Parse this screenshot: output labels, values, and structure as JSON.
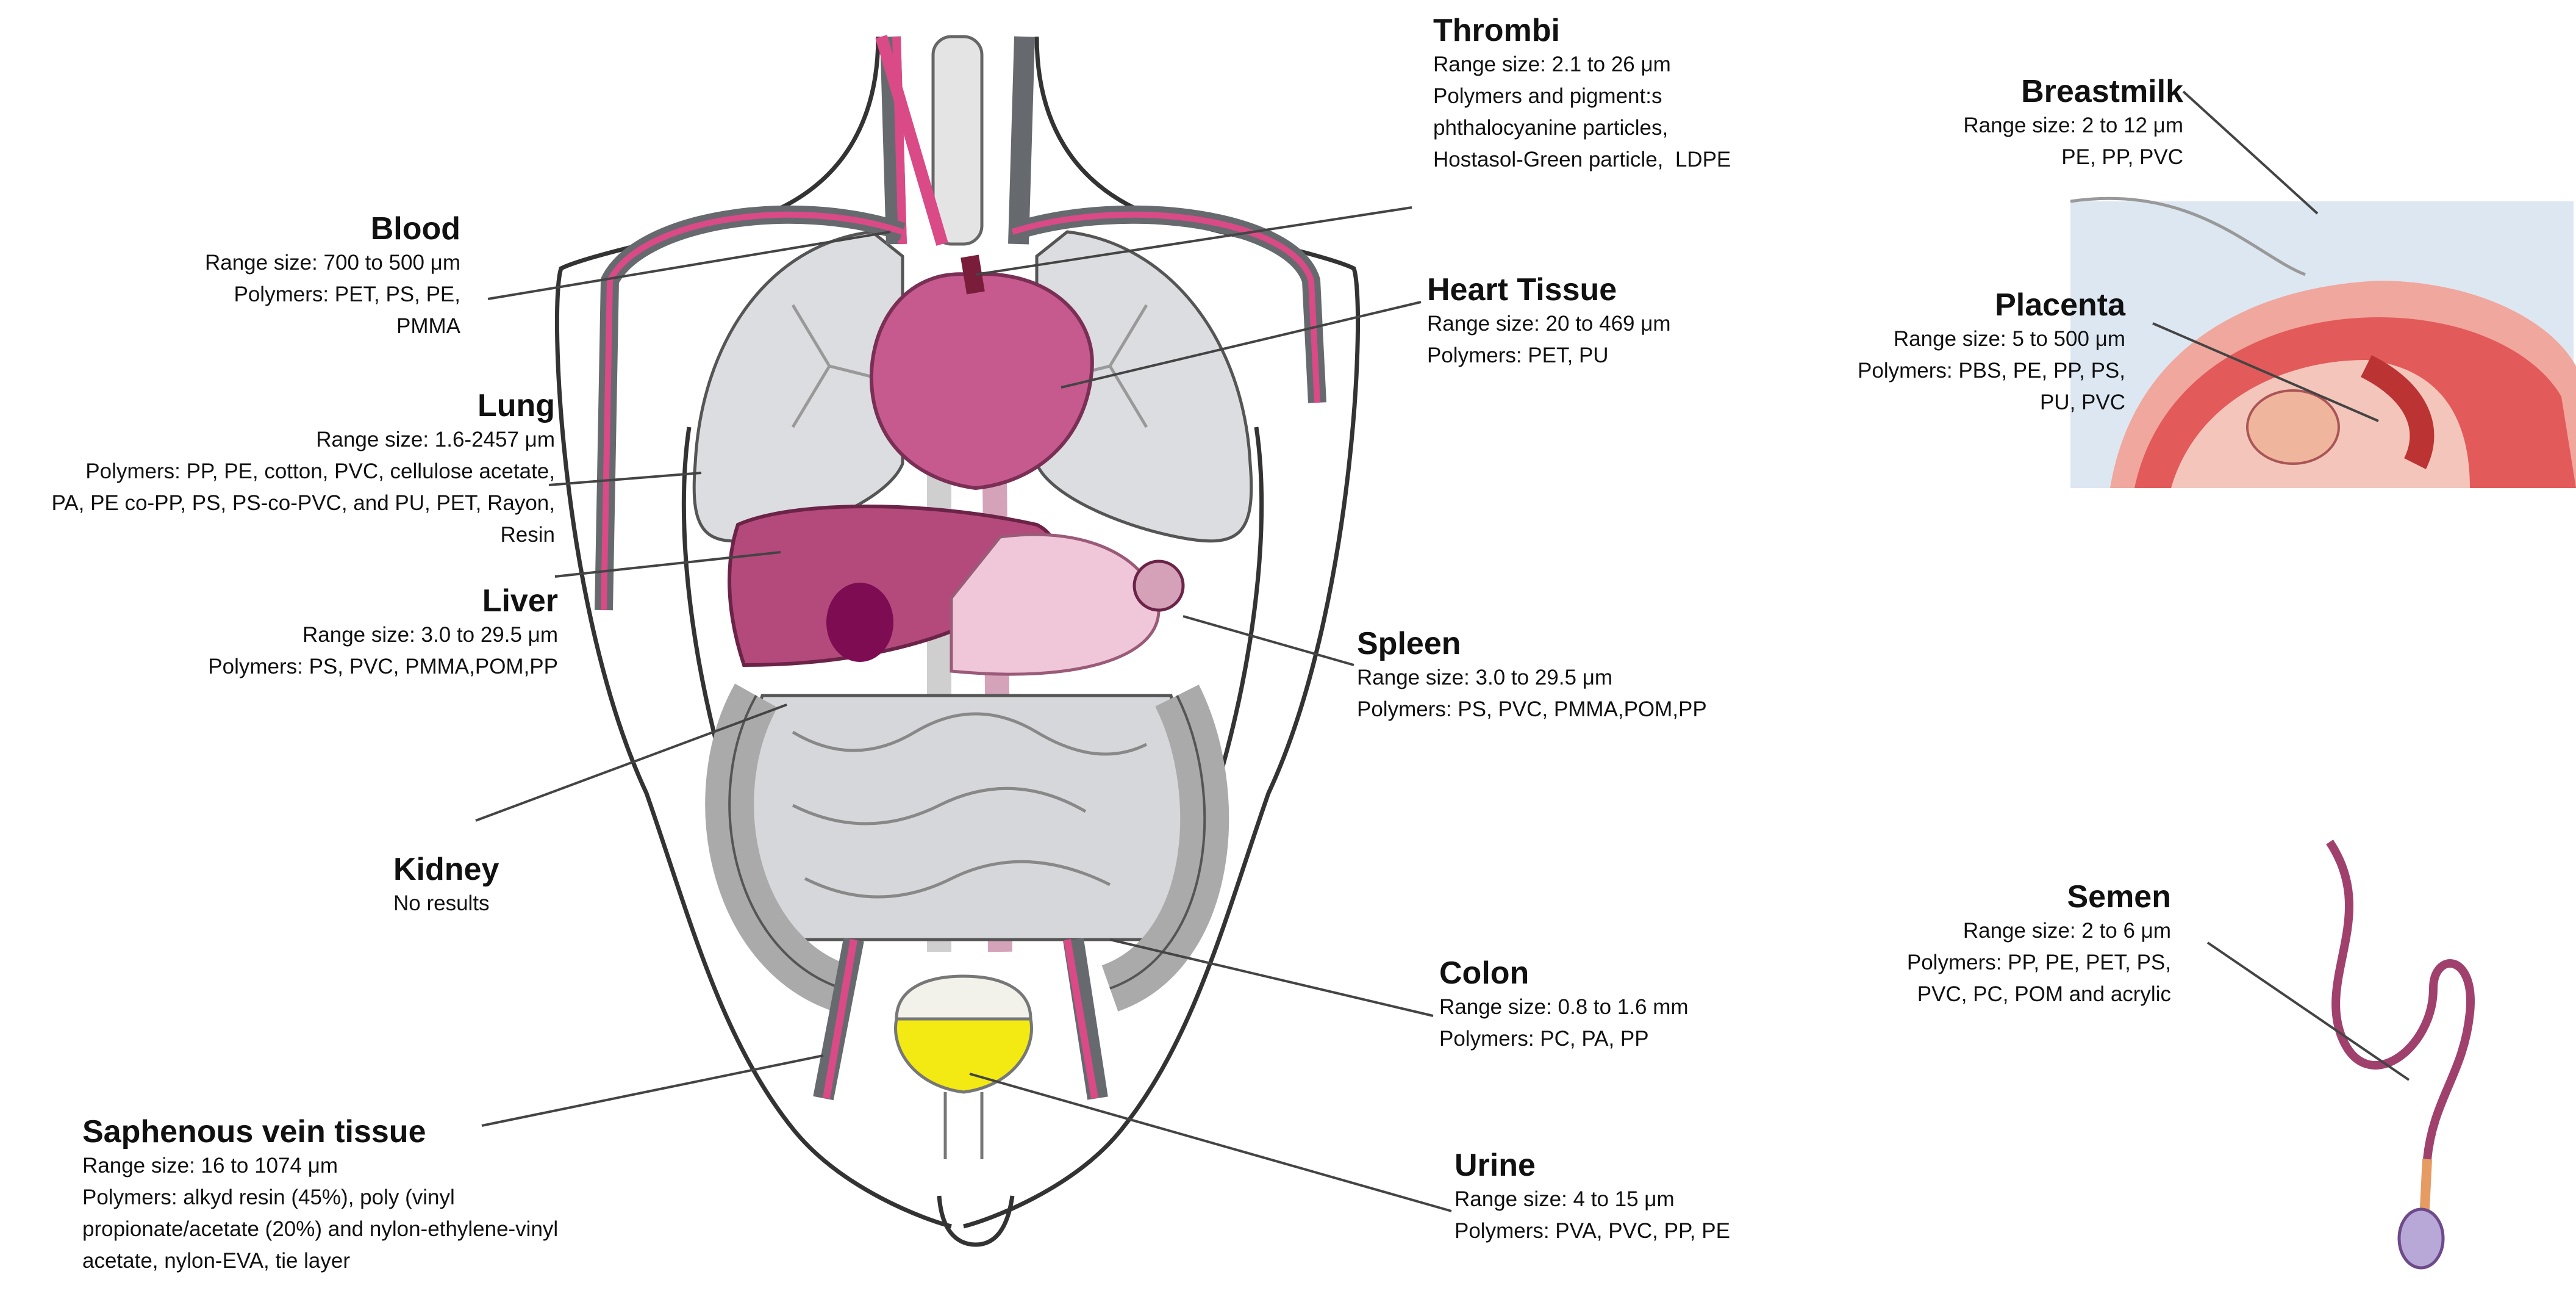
{
  "organs": {
    "blood": {
      "title": "Blood",
      "lines": [
        "Range size: 700 to 500 μm",
        "Polymers: PET, PS, PE,",
        "PMMA"
      ]
    },
    "lung": {
      "title": "Lung",
      "lines": [
        "Range size: 1.6-2457 μm",
        "Polymers: PP, PE, cotton, PVC, cellulose acetate,",
        "PA, PE co-PP, PS, PS-co-PVC, and PU, PET, Rayon,",
        "Resin"
      ]
    },
    "liver": {
      "title": "Liver",
      "lines": [
        "Range size: 3.0 to 29.5 μm",
        "Polymers: PS, PVC, PMMA,POM,PP"
      ]
    },
    "kidney": {
      "title": "Kidney",
      "lines": [
        "No results"
      ]
    },
    "saphenous": {
      "title": "Saphenous vein tissue",
      "lines": [
        "Range size: 16 to 1074 μm",
        "Polymers: alkyd resin (45%), poly (vinyl",
        "propionate/acetate (20%) and nylon-ethylene-vinyl",
        "acetate, nylon-EVA, tie layer"
      ]
    },
    "thrombi": {
      "title": "Thrombi",
      "lines": [
        "Range size: 2.1 to 26 μm",
        "Polymers and pigment:s",
        "phthalocyanine particles,",
        "Hostasol-Green particle,  LDPE"
      ]
    },
    "heart": {
      "title": "Heart Tissue",
      "lines": [
        "Range size: 20 to 469 μm",
        "Polymers: PET, PU"
      ]
    },
    "spleen": {
      "title": "Spleen",
      "lines": [
        "Range size: 3.0 to 29.5 μm",
        "Polymers: PS, PVC, PMMA,POM,PP"
      ]
    },
    "colon": {
      "title": "Colon",
      "lines": [
        "Range size: 0.8 to 1.6 mm",
        "Polymers: PC, PA, PP"
      ]
    },
    "urine": {
      "title": "Urine",
      "lines": [
        "Range size: 4 to 15 μm",
        "Polymers: PVA, PVC, PP, PE"
      ]
    },
    "breastmilk": {
      "title": "Breastmilk",
      "lines": [
        "Range size: 2 to 12 μm",
        "PE, PP, PVC"
      ]
    },
    "placenta": {
      "title": "Placenta",
      "lines": [
        "Range size: 5 to 500 μm",
        "Polymers: PBS, PE, PP, PS,",
        "PU, PVC"
      ]
    },
    "semen": {
      "title": "Semen",
      "lines": [
        "Range size: 2 to 6 μm",
        "Polymers: PP, PE, PET, PS,",
        "PVC, PC, POM and acrylic"
      ]
    }
  },
  "colors": {
    "artery": "#d94a86",
    "vein": "#666a6e",
    "organ_pink": "#c65a8e",
    "organ_light": "#efc7d8",
    "lung_gray": "#dcdde0",
    "bladder_urine": "#f2ea12",
    "placenta_red": "#e35a5a"
  }
}
